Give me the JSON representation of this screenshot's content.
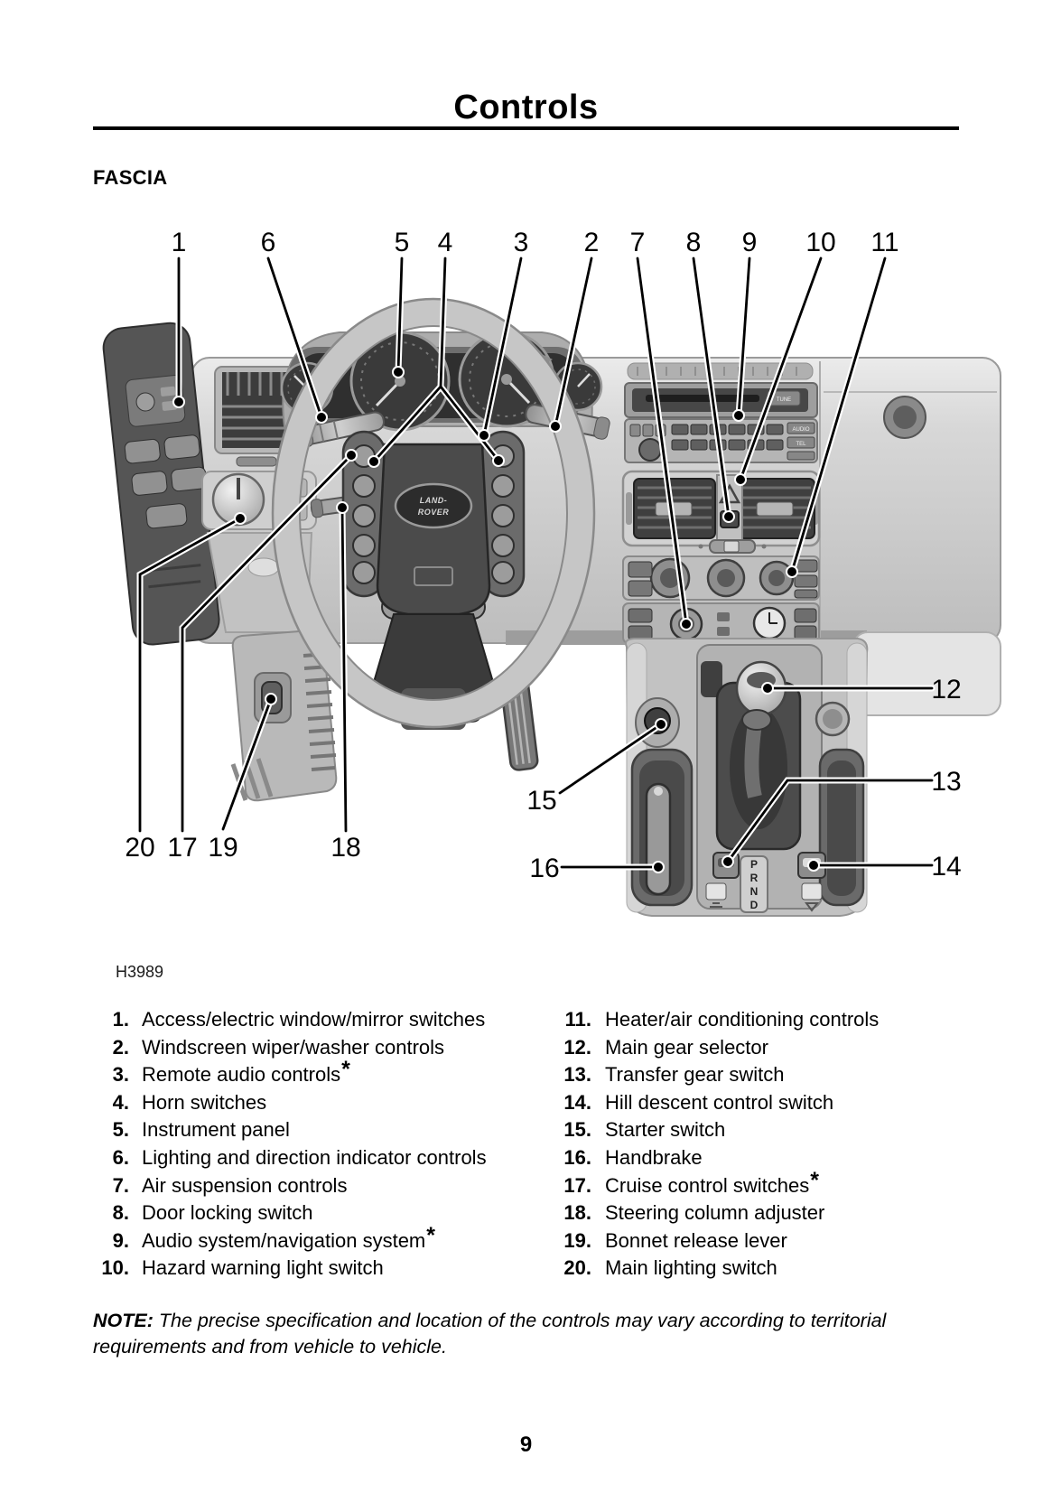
{
  "page": {
    "title": "Controls",
    "section_heading": "FASCIA",
    "figure_code": "H3989",
    "page_number": "9"
  },
  "note": {
    "prefix": "NOTE:",
    "body": "The precise specification and location of the controls may vary according to territorial requirements and from vehicle to vehicle."
  },
  "callouts": {
    "c1": "1",
    "c2": "2",
    "c3": "3",
    "c4": "4",
    "c5": "5",
    "c6": "6",
    "c7": "7",
    "c8": "8",
    "c9": "9",
    "c10": "10",
    "c11": "11",
    "c12": "12",
    "c13": "13",
    "c14": "14",
    "c15": "15",
    "c16": "16",
    "c17": "17",
    "c18": "18",
    "c19": "19",
    "c20": "20"
  },
  "legend": {
    "left": [
      {
        "num": "1.",
        "label": "Access/electric window/mirror switches",
        "sup": ""
      },
      {
        "num": "2.",
        "label": "Windscreen wiper/washer controls",
        "sup": ""
      },
      {
        "num": "3.",
        "label": "Remote audio controls",
        "sup": "*"
      },
      {
        "num": "4.",
        "label": "Horn switches",
        "sup": ""
      },
      {
        "num": "5.",
        "label": "Instrument panel",
        "sup": ""
      },
      {
        "num": "6.",
        "label": "Lighting and direction indicator controls",
        "sup": ""
      },
      {
        "num": "7.",
        "label": "Air suspension controls",
        "sup": ""
      },
      {
        "num": "8.",
        "label": "Door locking switch",
        "sup": ""
      },
      {
        "num": "9.",
        "label": "Audio system/navigation system",
        "sup": "*"
      },
      {
        "num": "10.",
        "label": "Hazard warning light switch",
        "sup": ""
      }
    ],
    "right": [
      {
        "num": "11.",
        "label": "Heater/air conditioning controls",
        "sup": ""
      },
      {
        "num": "12.",
        "label": "Main gear selector",
        "sup": ""
      },
      {
        "num": "13.",
        "label": "Transfer gear switch",
        "sup": ""
      },
      {
        "num": "14.",
        "label": "Hill descent control switch",
        "sup": ""
      },
      {
        "num": "15.",
        "label": "Starter switch",
        "sup": ""
      },
      {
        "num": "16.",
        "label": "Handbrake",
        "sup": ""
      },
      {
        "num": "17.",
        "label": "Cruise control switches",
        "sup": "*"
      },
      {
        "num": "18.",
        "label": "Steering column adjuster",
        "sup": ""
      },
      {
        "num": "19.",
        "label": "Bonnet release lever",
        "sup": ""
      },
      {
        "num": "20.",
        "label": "Main lighting switch",
        "sup": ""
      }
    ]
  },
  "diagram": {
    "brand_top": "LAND-",
    "brand_bottom": "ROVER",
    "gear_positions": [
      "P",
      "R",
      "N",
      "D"
    ],
    "unit_labels": {
      "tune": "TUNE",
      "audio": "AUDIO",
      "tel": "TEL"
    }
  },
  "colors": {
    "ink": "#000000",
    "paper": "#ffffff",
    "dash_light": "#d9d9d9",
    "dash_mid": "#b5b5b5",
    "dash_dark": "#4b4b4b",
    "panel_black": "#2f2f2f"
  }
}
